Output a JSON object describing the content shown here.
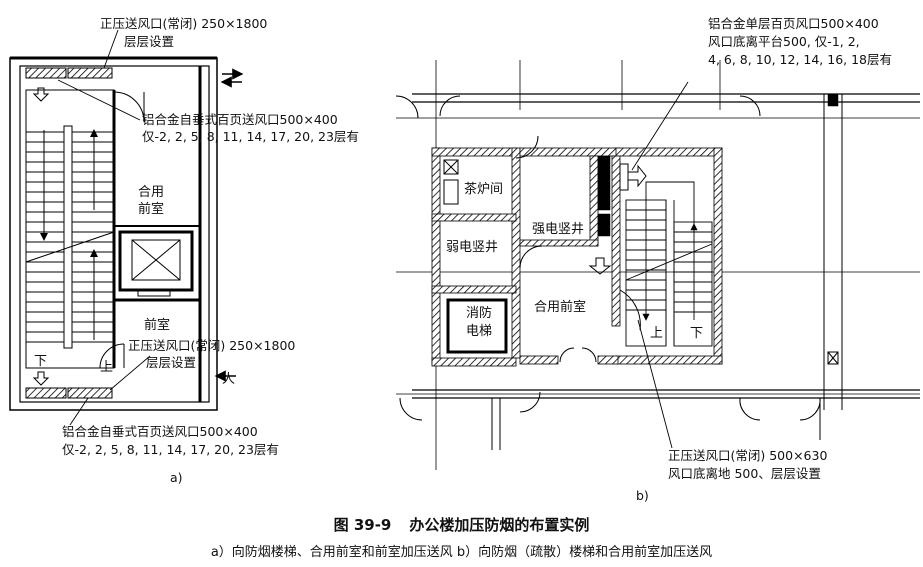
{
  "figure": {
    "number": "图 39-9",
    "title": "办公楼加压防烟的布置实例",
    "subtitle": "a）向防烟楼梯、合用前室和前室加压送风   b）向防烟（疏散）楼梯和合用前室加压送风"
  },
  "panel_a": {
    "label": "a)",
    "callout_top_line1": "正压送风口(常闭) 250×1800",
    "callout_top_line2": "层层设置",
    "callout_upper_line1": "铝合金自垂式百页送风口500×400",
    "callout_upper_line2": "仅-2, 2, 5, 8, 11, 14, 17, 20, 23层有",
    "room_shared_line1": "合用",
    "room_shared_line2": "前室",
    "room_anteroom": "前室",
    "callout_mid_line1": "正压送风口(常闭) 250×1800",
    "callout_mid_line2": "层层设置",
    "arrow_person": "人",
    "stair_down": "下",
    "stair_up": "上",
    "callout_bottom_line1": "铝合金自垂式百页送风口500×400",
    "callout_bottom_line2": "仅-2, 2, 5, 8, 11, 14, 17, 20, 23层有"
  },
  "panel_b": {
    "label": "b)",
    "callout_top_line1": "铝合金单层百页风口500×400",
    "callout_top_line2": "风口底离平台500, 仅-1, 2,",
    "callout_top_line3": "4, 6, 8, 10, 12, 14, 16, 18层有",
    "room_tea": "茶炉间",
    "room_strong_shaft": "强电竖井",
    "room_weak_shaft": "弱电竖井",
    "room_fire_elevator_line1": "消防",
    "room_fire_elevator_line2": "电梯",
    "room_shared": "合用前室",
    "stair_up": "上",
    "stair_down": "下",
    "callout_bottom_line1": "正压送风口(常闭) 500×630",
    "callout_bottom_line2": "风口底离地 500、层层设置"
  }
}
